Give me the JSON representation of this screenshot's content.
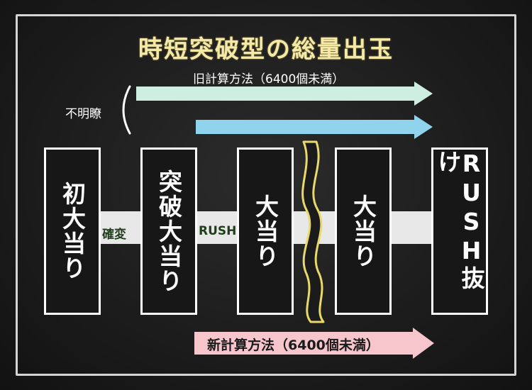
{
  "title": "時短突破型の総量出玉",
  "old_method_label": "旧計算方法（6400個未満）",
  "unclear_label": "不明瞭",
  "new_method_label": "新計算方法（6400個未満）",
  "connectors": [
    "確変",
    "RUSH"
  ],
  "boxes": [
    "初大当り",
    "突破大当り",
    "大当り",
    "大当り",
    "RUSH抜け"
  ],
  "colors": {
    "title": "#f4e9a6",
    "old_arrow_mint": "#cdeee0",
    "old_arrow_blue": "#8fd3ec",
    "new_arrow_pink": "#f6c6cc",
    "connector_text": "#1f3d1a",
    "wave_outline": "#e8d96a"
  }
}
